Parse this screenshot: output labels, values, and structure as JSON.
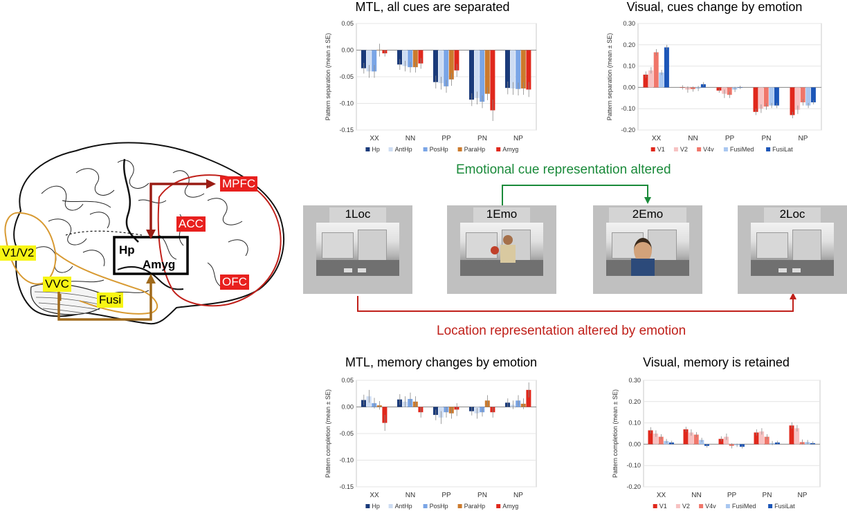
{
  "colors": {
    "mtl_series": [
      "#1a3a7a",
      "#cddcf2",
      "#7aa5e6",
      "#cc7a2c",
      "#e0281c"
    ],
    "visual_series": [
      "#e0281c",
      "#f7c2c2",
      "#f0766a",
      "#a9c7f0",
      "#1c56b8"
    ],
    "green": "#1a8a3a",
    "darkred": "#a01e14"
  },
  "brain": {
    "labels": {
      "mpfc": "MPFC",
      "acc": "ACC",
      "ofc": "OFC",
      "v1v2": "V1/V2",
      "vvc": "VVC",
      "fusi": "Fusi",
      "hp": "Hp",
      "amyg": "Amyg"
    }
  },
  "annotations": {
    "emotional": "Emotional cue representation altered",
    "location": "Location representation altered by emotion"
  },
  "panels": [
    {
      "label": "1Loc",
      "figure": "none"
    },
    {
      "label": "1Emo",
      "figure": "man"
    },
    {
      "label": "2Emo",
      "figure": "boy"
    },
    {
      "label": "2Loc",
      "figure": "none"
    }
  ],
  "chart_data": [
    {
      "type": "bar",
      "title": "MTL, all cues are separated",
      "ylabel": "Pattern separation (mean ± SE)",
      "ylim": [
        -0.15,
        0.05
      ],
      "yticks": [
        0.05,
        0.0,
        -0.05,
        -0.1,
        -0.15
      ],
      "yticklabels": [
        "0.05",
        "0.00",
        "-0.05",
        "-0.10",
        "-0.15"
      ],
      "categories": [
        "XX",
        "NN",
        "PP",
        "PN",
        "NP"
      ],
      "series": [
        {
          "name": "Hp",
          "values": [
            -0.034,
            -0.027,
            -0.06,
            -0.093,
            -0.071
          ],
          "errors": [
            0.01,
            0.01,
            0.012,
            0.012,
            0.012
          ]
        },
        {
          "name": "AntHp",
          "values": [
            -0.04,
            -0.03,
            -0.062,
            -0.09,
            -0.072
          ],
          "errors": [
            0.012,
            0.01,
            0.012,
            0.012,
            0.012
          ]
        },
        {
          "name": "PosHp",
          "values": [
            -0.04,
            -0.032,
            -0.068,
            -0.097,
            -0.073
          ],
          "errors": [
            0.012,
            0.01,
            0.012,
            0.012,
            0.012
          ]
        },
        {
          "name": "ParaHp",
          "values": [
            0.0,
            -0.032,
            -0.055,
            -0.082,
            -0.072
          ],
          "errors": [
            0.012,
            0.01,
            0.012,
            0.012,
            0.012
          ]
        },
        {
          "name": "Amyg",
          "values": [
            -0.006,
            -0.025,
            -0.038,
            -0.113,
            -0.074
          ],
          "errors": [
            0.006,
            0.01,
            0.012,
            0.02,
            0.014
          ]
        }
      ]
    },
    {
      "type": "bar",
      "title": "Visual, cues change by emotion",
      "ylabel": "Pattern separation (mean ± SE)",
      "ylim": [
        -0.2,
        0.3
      ],
      "yticks": [
        0.3,
        0.2,
        0.1,
        0.0,
        -0.1,
        -0.2
      ],
      "yticklabels": [
        "0.30",
        "0.20",
        "0.10",
        "0.00",
        "-0.10",
        "-0.20"
      ],
      "categories": [
        "XX",
        "NN",
        "PP",
        "PN",
        "NP"
      ],
      "series": [
        {
          "name": "V1",
          "values": [
            0.06,
            0.0,
            -0.015,
            -0.115,
            -0.13
          ],
          "errors": [
            0.015,
            0.01,
            0.01,
            0.015,
            0.015
          ]
        },
        {
          "name": "V2",
          "values": [
            0.08,
            -0.01,
            -0.03,
            -0.1,
            -0.105
          ],
          "errors": [
            0.015,
            0.015,
            0.02,
            0.02,
            0.02
          ]
        },
        {
          "name": "V4v",
          "values": [
            0.165,
            -0.008,
            -0.035,
            -0.09,
            -0.07
          ],
          "errors": [
            0.015,
            0.012,
            0.015,
            0.015,
            0.015
          ]
        },
        {
          "name": "FusiMed",
          "values": [
            0.07,
            -0.005,
            -0.01,
            -0.085,
            -0.085
          ],
          "errors": [
            0.012,
            0.012,
            0.012,
            0.012,
            0.012
          ]
        },
        {
          "name": "FusiLat",
          "values": [
            0.188,
            0.015,
            0.0,
            -0.085,
            -0.07
          ],
          "errors": [
            0.012,
            0.01,
            0.008,
            0.012,
            0.01
          ]
        }
      ]
    },
    {
      "type": "bar",
      "title": "MTL, memory changes by emotion",
      "ylabel": "Pattern completion (mean ± SE)",
      "ylim": [
        -0.15,
        0.05
      ],
      "yticks": [
        0.05,
        0.0,
        -0.05,
        -0.1,
        -0.15
      ],
      "yticklabels": [
        "0.05",
        "0.00",
        "-0.05",
        "-0.10",
        "-0.15"
      ],
      "categories": [
        "XX",
        "NN",
        "PP",
        "PN",
        "NP"
      ],
      "series": [
        {
          "name": "Hp",
          "values": [
            0.013,
            0.014,
            -0.015,
            -0.008,
            0.008
          ],
          "errors": [
            0.01,
            0.01,
            0.01,
            0.008,
            0.008
          ]
        },
        {
          "name": "AntHp",
          "values": [
            0.02,
            0.01,
            -0.02,
            -0.012,
            0.004
          ],
          "errors": [
            0.012,
            0.01,
            0.012,
            0.01,
            0.008
          ]
        },
        {
          "name": "PosHp",
          "values": [
            0.007,
            0.015,
            -0.01,
            -0.01,
            0.012
          ],
          "errors": [
            0.01,
            0.012,
            0.01,
            0.008,
            0.01
          ]
        },
        {
          "name": "ParaHp",
          "values": [
            0.003,
            0.01,
            -0.012,
            0.012,
            0.006
          ],
          "errors": [
            0.008,
            0.01,
            0.01,
            0.01,
            0.01
          ]
        },
        {
          "name": "Amyg",
          "values": [
            -0.03,
            -0.01,
            -0.005,
            -0.01,
            0.032
          ],
          "errors": [
            0.015,
            0.01,
            0.012,
            0.01,
            0.014
          ]
        }
      ]
    },
    {
      "type": "bar",
      "title": "Visual, memory is retained",
      "ylabel": "Pattern completion (mean ± SE)",
      "ylim": [
        -0.2,
        0.3
      ],
      "yticks": [
        0.3,
        0.2,
        0.1,
        0.0,
        -0.1,
        -0.2
      ],
      "yticklabels": [
        "0.30",
        "0.20",
        "0.10",
        "0.00",
        "-0.10",
        "-0.20"
      ],
      "categories": [
        "XX",
        "NN",
        "PP",
        "PN",
        "NP"
      ],
      "series": [
        {
          "name": "V1",
          "values": [
            0.065,
            0.07,
            0.025,
            0.055,
            0.088
          ],
          "errors": [
            0.015,
            0.012,
            0.012,
            0.015,
            0.015
          ]
        },
        {
          "name": "V2",
          "values": [
            0.05,
            0.055,
            0.035,
            0.06,
            0.075
          ],
          "errors": [
            0.015,
            0.015,
            0.015,
            0.015,
            0.015
          ]
        },
        {
          "name": "V4v",
          "values": [
            0.035,
            0.045,
            -0.008,
            0.035,
            0.01
          ],
          "errors": [
            0.012,
            0.012,
            0.012,
            0.012,
            0.012
          ]
        },
        {
          "name": "FusiMed",
          "values": [
            0.015,
            0.02,
            -0.005,
            0.005,
            0.01
          ],
          "errors": [
            0.01,
            0.01,
            0.008,
            0.01,
            0.01
          ]
        },
        {
          "name": "FusiLat",
          "values": [
            0.008,
            -0.008,
            -0.012,
            0.008,
            0.005
          ],
          "errors": [
            0.008,
            0.008,
            0.008,
            0.008,
            0.008
          ]
        }
      ]
    }
  ]
}
